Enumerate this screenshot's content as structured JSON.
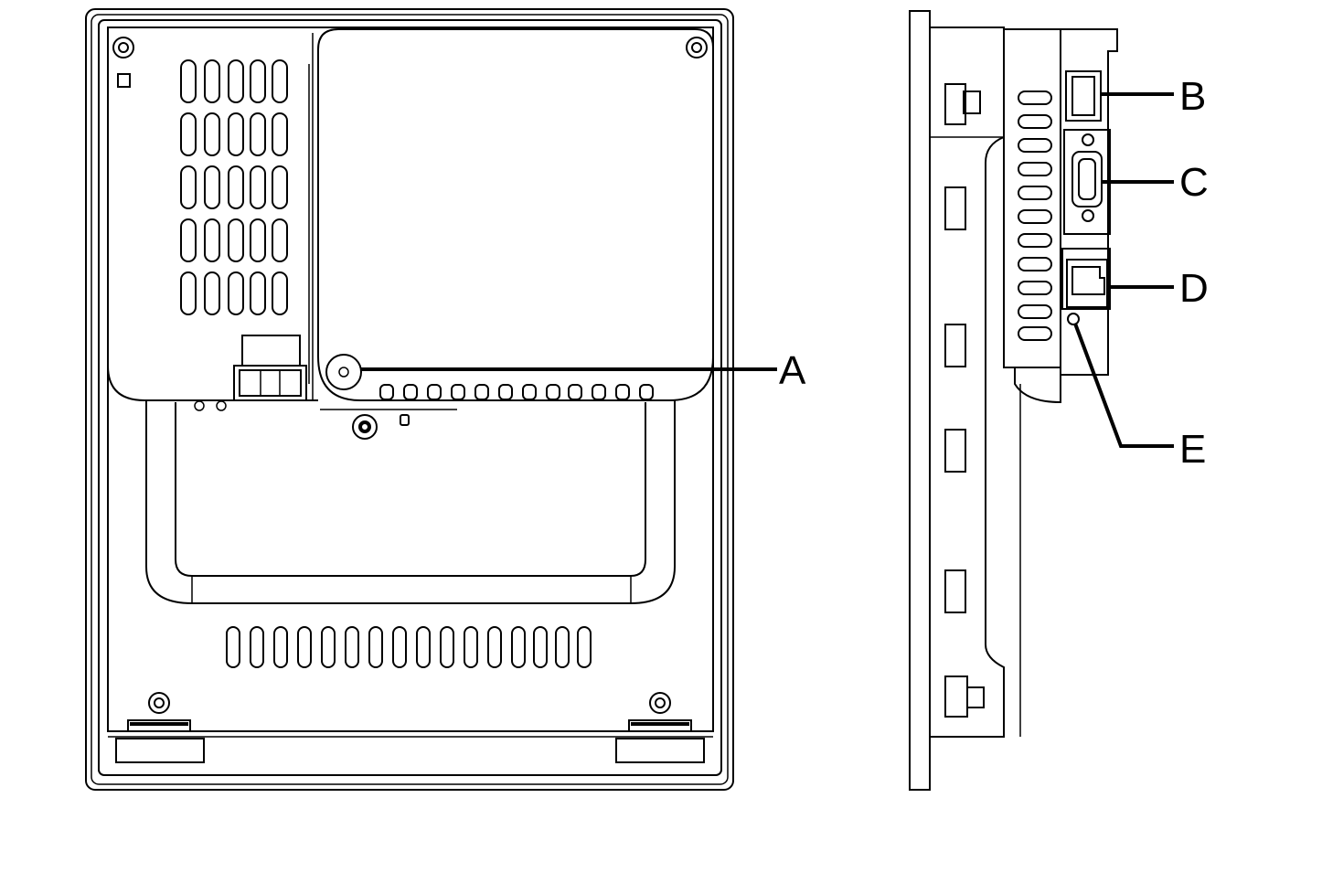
{
  "figure": {
    "views": [
      "rear-view",
      "side-view"
    ],
    "callouts": {
      "a": "A",
      "b": "B",
      "c": "C",
      "d": "D",
      "e": "E"
    },
    "colors": {
      "line": "#000000",
      "background": "#ffffff"
    }
  }
}
